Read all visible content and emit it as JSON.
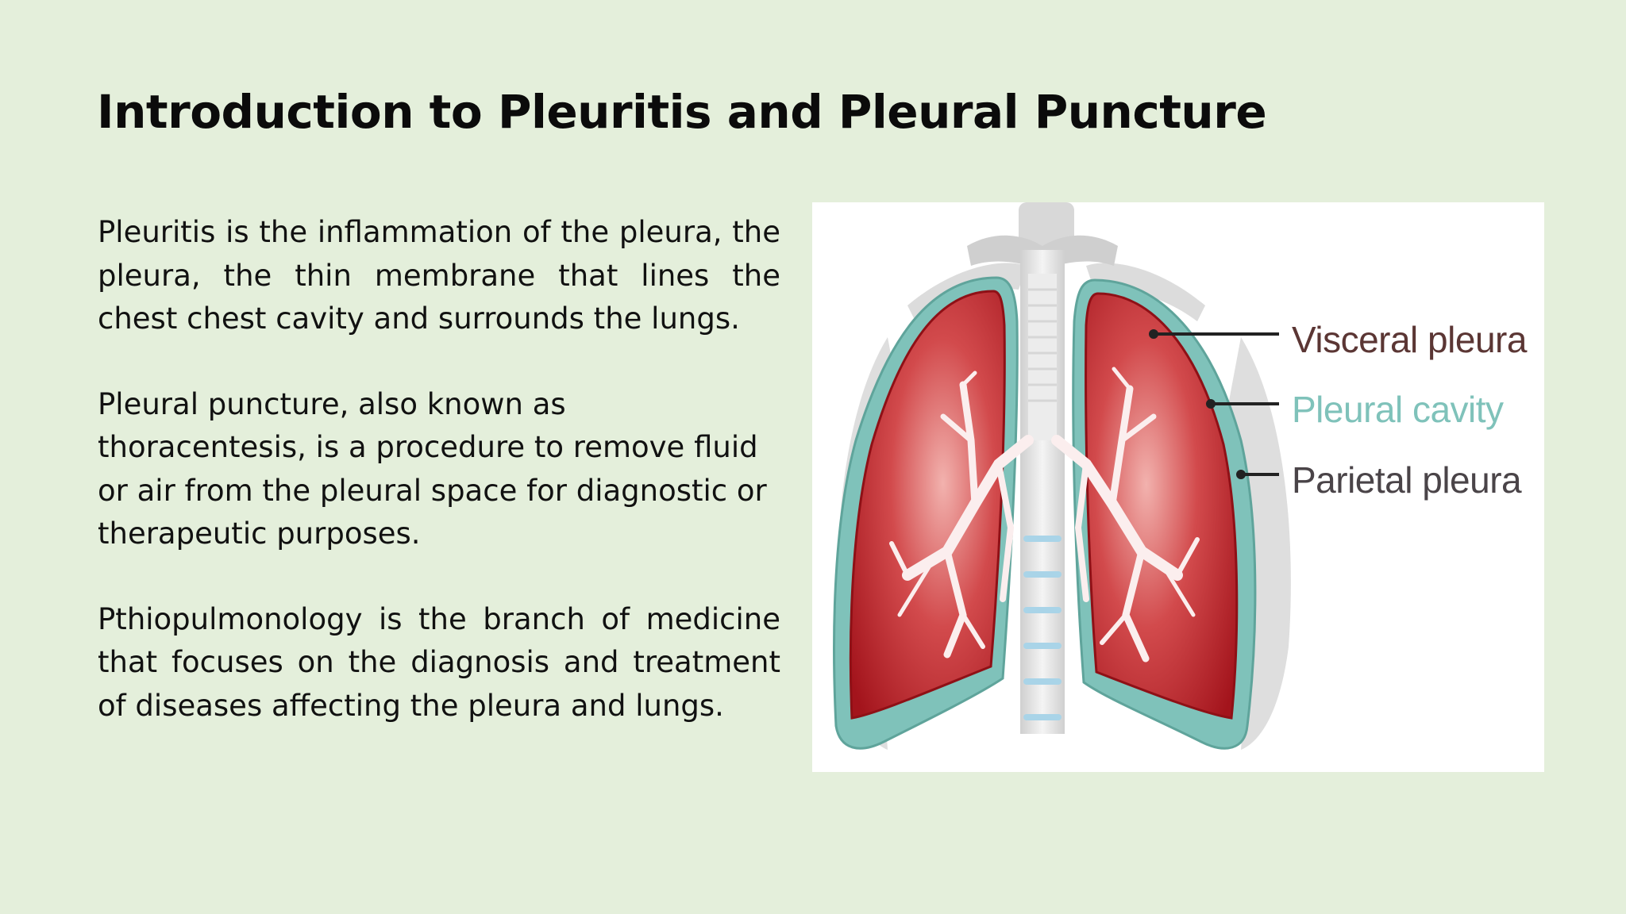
{
  "slide": {
    "title": "Introduction to Pleuritis and Pleural Puncture",
    "paragraphs": [
      "Pleuritis is the inflammation of the pleura, the pleura, the thin membrane that lines the chest chest cavity and surrounds the lungs.",
      "Pleural puncture, also known as thoracentesis, is a procedure to remove fluid or air from the pleural space for diagnostic or therapeutic purposes.",
      "Pthiopulmonology is the branch of medicine that focuses on the diagnosis and treatment of diseases affecting the pleura and lungs."
    ]
  },
  "figure": {
    "labels": {
      "visceral": "Visceral pleura",
      "cavity": "Pleural cavity",
      "parietal": "Parietal pleura"
    }
  },
  "colors": {
    "background": "#e4efdb",
    "lung_red": "#b71f26",
    "pleura_teal": "#7fc2ba",
    "bronchi": "#fbeeee"
  },
  "icons": {
    "figure": "lungs-pleura-illustration"
  }
}
